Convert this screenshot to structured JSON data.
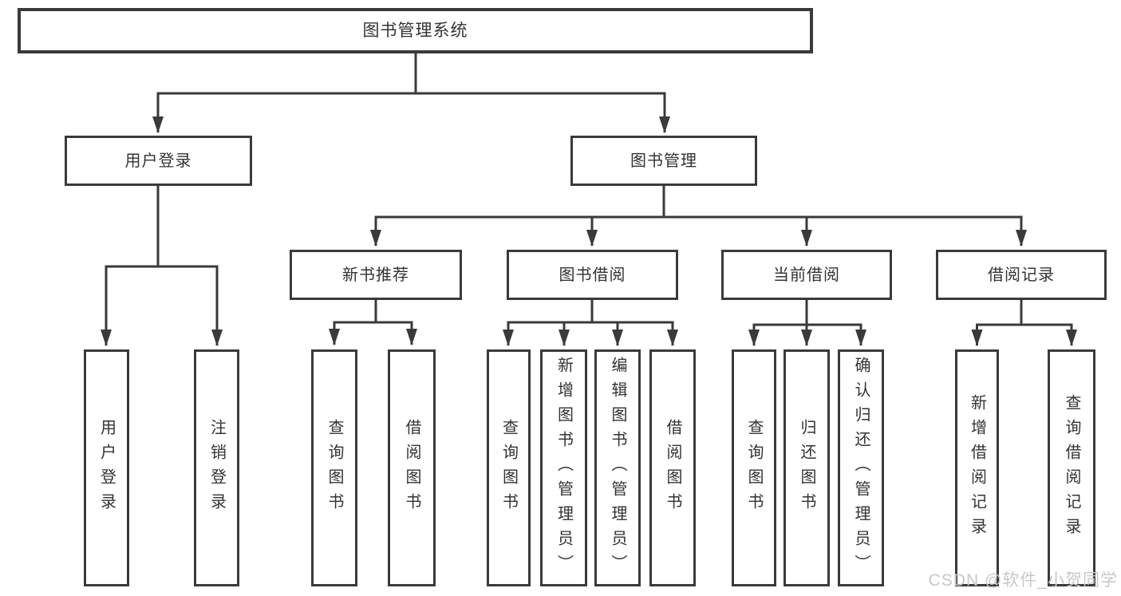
{
  "tree": {
    "label": "图书管理系统",
    "children": [
      {
        "label": "用户登录",
        "children": [
          {
            "label": "用户登录"
          },
          {
            "label": "注销登录"
          }
        ]
      },
      {
        "label": "图书管理",
        "children": [
          {
            "label": "新书推荐",
            "children": [
              {
                "label": "查询图书"
              },
              {
                "label": "借阅图书"
              }
            ]
          },
          {
            "label": "图书借阅",
            "children": [
              {
                "label": "查询图书"
              },
              {
                "label": "新增图书（管理员）"
              },
              {
                "label": "编辑图书（管理员）"
              },
              {
                "label": "借阅图书"
              }
            ]
          },
          {
            "label": "当前借阅",
            "children": [
              {
                "label": "查询图书"
              },
              {
                "label": "归还图书"
              },
              {
                "label": "确认归还（管理员）"
              }
            ]
          },
          {
            "label": "借阅记录",
            "children": [
              {
                "label": "新增借阅记录"
              },
              {
                "label": "查询借阅记录"
              }
            ]
          }
        ]
      }
    ]
  },
  "watermark": "CSDN @软件_小贺同学",
  "colors": {
    "box_border": "#3a3a3a",
    "connector": "#3a3a3a",
    "text": "#333333",
    "background": "#ffffff",
    "watermark": "#c8c8c8"
  }
}
